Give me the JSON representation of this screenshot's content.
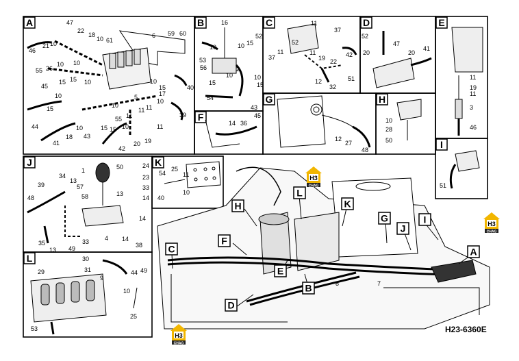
{
  "drawing_code": "H23-6360E",
  "logo": {
    "mark": "H3",
    "sub": "CHAG"
  },
  "panels": {
    "A": {
      "tag": "A",
      "parts": [
        "47",
        "22",
        "18",
        "10",
        "6",
        "59",
        "60",
        "46",
        "21",
        "10",
        "61",
        "55",
        "26",
        "10",
        "10",
        "15",
        "45",
        "15",
        "10",
        "10",
        "17",
        "40",
        "15",
        "10",
        "5",
        "11",
        "44",
        "10",
        "15",
        "10",
        "55",
        "11",
        "39",
        "41",
        "18",
        "10",
        "43",
        "15",
        "15",
        "10",
        "11",
        "42",
        "20",
        "19",
        "11"
      ]
    },
    "B": {
      "tag": "B",
      "parts": [
        "16",
        "52",
        "53",
        "10",
        "10",
        "15",
        "56",
        "2",
        "10",
        "10",
        "15",
        "15",
        "54",
        "43"
      ]
    },
    "C": {
      "tag": "C",
      "parts": [
        "11",
        "37",
        "52",
        "37",
        "11",
        "11",
        "19",
        "42",
        "22",
        "12",
        "32",
        "51"
      ]
    },
    "D": {
      "tag": "D",
      "parts": [
        "52",
        "47",
        "20",
        "20",
        "41"
      ]
    },
    "E": {
      "tag": "E",
      "parts": [
        "11",
        "19",
        "11",
        "3",
        "46"
      ]
    },
    "F": {
      "tag": "F",
      "parts": [
        "14",
        "36",
        "45"
      ]
    },
    "G": {
      "tag": "G",
      "parts": [
        "12",
        "27",
        "48"
      ]
    },
    "H": {
      "tag": "H",
      "parts": [
        "10",
        "28",
        "50"
      ]
    },
    "I": {
      "tag": "I",
      "parts": [
        "51"
      ]
    },
    "J": {
      "tag": "J",
      "parts": [
        "1",
        "50",
        "24",
        "34",
        "13",
        "23",
        "39",
        "57",
        "33",
        "58",
        "13",
        "14",
        "48",
        "14",
        "35",
        "13",
        "49",
        "33",
        "4",
        "14",
        "38"
      ]
    },
    "K": {
      "tag": "K",
      "parts": [
        "25",
        "54",
        "11",
        "10",
        "40"
      ]
    },
    "L": {
      "tag": "L",
      "parts": [
        "30",
        "29",
        "31",
        "44",
        "49",
        "9",
        "53",
        "10",
        "25"
      ]
    }
  },
  "main": {
    "callouts": [
      "H",
      "L",
      "K",
      "F",
      "C",
      "G",
      "J",
      "I",
      "A",
      "E",
      "B",
      "D"
    ],
    "numbers": [
      "8",
      "7"
    ]
  }
}
